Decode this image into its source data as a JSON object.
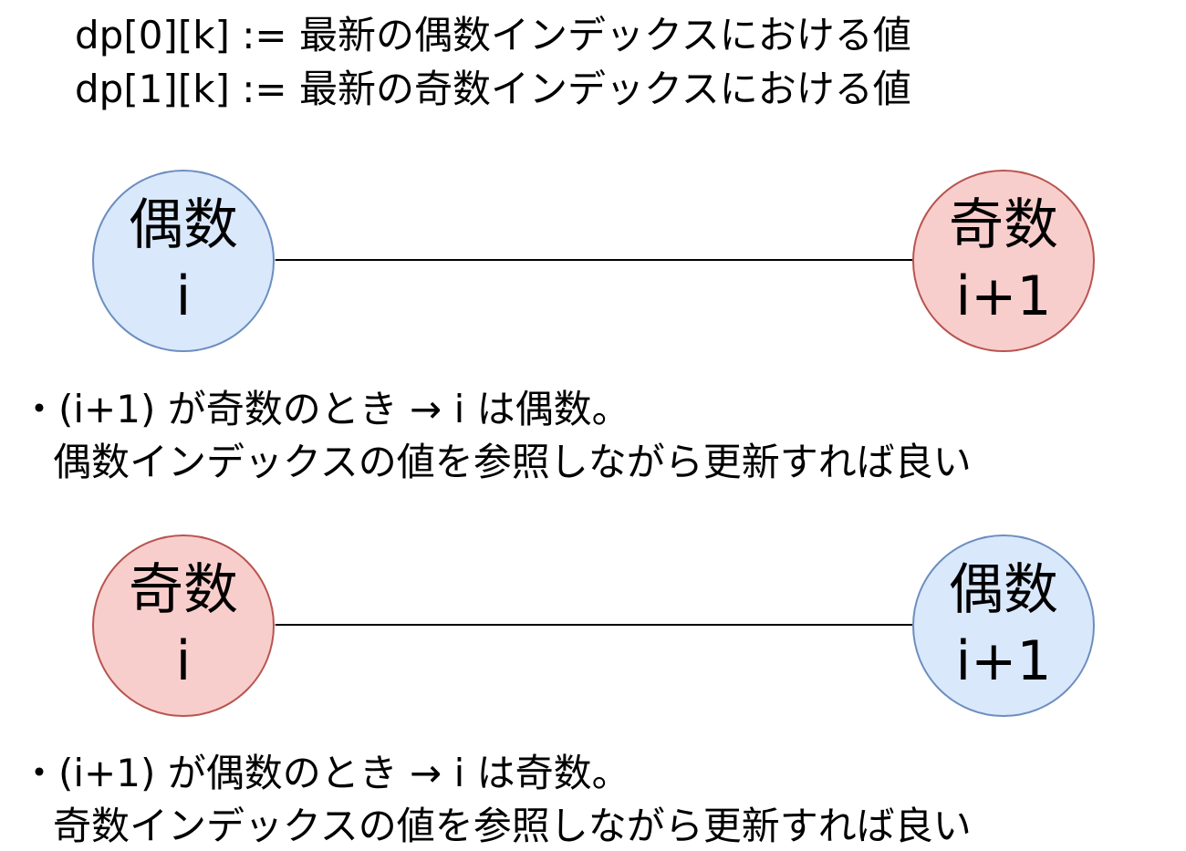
{
  "definitions": [
    "dp[0][k] := 最新の偶数インデックスにおける値",
    "dp[1][k] := 最新の奇数インデックスにおける値"
  ],
  "diagrams": [
    {
      "left_node": {
        "label": "偶数",
        "index": "i",
        "kind": "even"
      },
      "right_node": {
        "label": "奇数",
        "index": "i+1",
        "kind": "odd"
      },
      "note_line1": "・(i+1) が奇数のとき → i は偶数。",
      "note_line2": "偶数インデックスの値を参照しながら更新すれば良い"
    },
    {
      "left_node": {
        "label": "奇数",
        "index": "i",
        "kind": "odd"
      },
      "right_node": {
        "label": "偶数",
        "index": "i+1",
        "kind": "even"
      },
      "note_line1": "・(i+1) が偶数のとき → i は奇数。",
      "note_line2": "奇数インデックスの値を参照しながら更新すれば良い"
    }
  ],
  "colors": {
    "even_fill": "#dae8fc",
    "even_stroke": "#6c8ebf",
    "odd_fill": "#f8cecc",
    "odd_stroke": "#b85450"
  }
}
